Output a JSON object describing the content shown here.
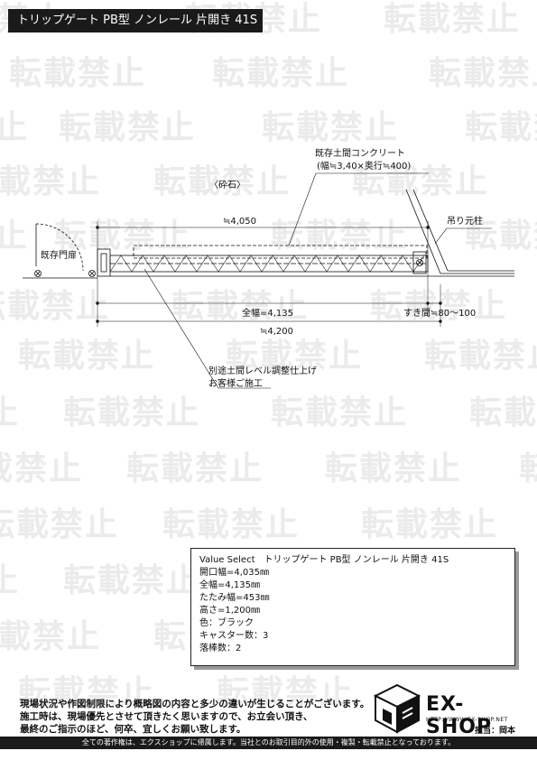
{
  "watermark": "転載禁止",
  "title": "トリップゲート PB型 ノンレール 片開き 41S",
  "drawing": {
    "concrete_label_1": "既存土間コンクリート",
    "concrete_label_2": "(幅≒3,40×奥行≒400)",
    "gravel_label": "〈砕石〉",
    "existing_gate_label": "既存門扉",
    "hanging_post_label": "吊り元柱",
    "dim_4050": "≒4,050",
    "dim_total_width": "全幅=4,135",
    "dim_gap": "すき間≒80～100",
    "dim_4200": "≒4,200",
    "note_1": "別途土間レベル調整仕上げ",
    "note_2": "お客様ご施工"
  },
  "spec": {
    "title": "Value Select　トリップゲート PB型 ノンレール 片開き 41S",
    "opening_width": "開口幅=4,035㎜",
    "total_width": "全幅=4,135㎜",
    "folded_width": "たたみ幅=453㎜",
    "height": "高さ=1,200㎜",
    "color": "色：ブラック",
    "casters": "キャスター数：3",
    "drop_rods": "落棒数：2"
  },
  "notice": {
    "line1": "現場状況や作図制限により概略図の内容と多少の違いが生じることがございます。",
    "line2": "施工時は、現場優先とさせて頂きたく思いますので、お立会い頂き、",
    "line3": "最終のご指示のほど、何卒、宜しくお願い致します。"
  },
  "logo": {
    "brand": "EX-SHOP",
    "url": "HTTP://WWW.EX-SHOP.NET",
    "staff": "担当：岡本"
  },
  "footer": "全ての著作権は、エクスショップに帰属します。当社とのお取引目的外の使用・複製・転載禁止となっております。"
}
